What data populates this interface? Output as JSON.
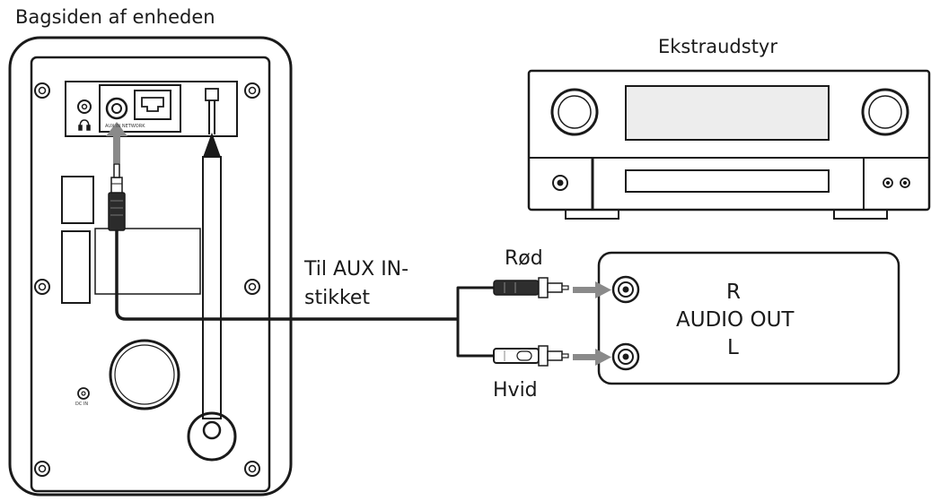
{
  "labels": {
    "unit_back": "Bagsiden af enheden",
    "external_equipment": "Ekstraudstyr",
    "aux_line1": "Til AUX IN-",
    "aux_line2": "stikket",
    "red": "Rød",
    "white": "Hvid",
    "ch_r": "R",
    "audio_out": "AUDIO OUT",
    "ch_l": "L",
    "headphone_symbol": "Ω",
    "port_caption": "AUX IN   NETWORK",
    "dc_in": "DC IN"
  },
  "colors": {
    "line": "#1a1a1a",
    "arrow": "#8a8a8a",
    "panel_fill": "#ffffff",
    "screen_fill": "#ededed"
  }
}
